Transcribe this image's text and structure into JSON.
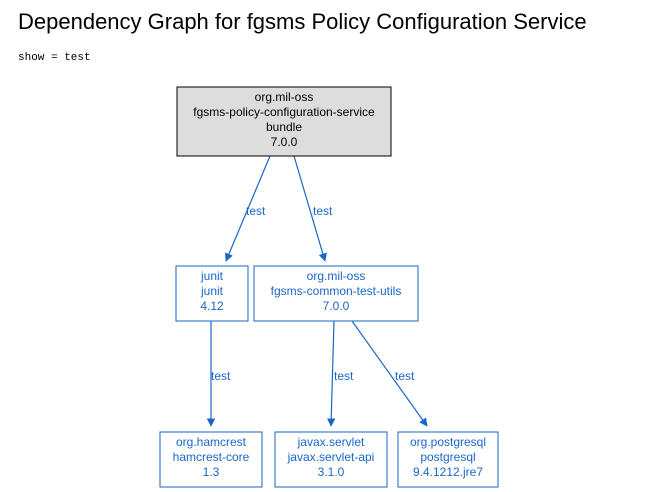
{
  "title": "Dependency Graph for fgsms Policy Configuration Service",
  "subtitle": "show = test",
  "colors": {
    "root_fill": "#dddddd",
    "root_stroke": "#000000",
    "root_text": "#000000",
    "node_stroke": "#1a66c8",
    "node_text": "#1a66c8",
    "edge": "#1a66c8"
  },
  "nodes": {
    "root": {
      "lines": [
        "org.mil-oss",
        "fgsms-policy-configuration-service",
        "bundle",
        "7.0.0"
      ]
    },
    "junit": {
      "lines": [
        "junit",
        "junit",
        "4.12"
      ]
    },
    "test_utils": {
      "lines": [
        "org.mil-oss",
        "fgsms-common-test-utils",
        "7.0.0"
      ]
    },
    "hamcrest": {
      "lines": [
        "org.hamcrest",
        "hamcrest-core",
        "1.3"
      ]
    },
    "servlet": {
      "lines": [
        "javax.servlet",
        "javax.servlet-api",
        "3.1.0"
      ]
    },
    "postgresql": {
      "lines": [
        "org.postgresql",
        "postgresql",
        "9.4.1212.jre7"
      ]
    }
  },
  "edges": [
    {
      "from": "root",
      "to": "junit",
      "label": "test"
    },
    {
      "from": "root",
      "to": "test_utils",
      "label": "test"
    },
    {
      "from": "junit",
      "to": "hamcrest",
      "label": "test"
    },
    {
      "from": "test_utils",
      "to": "servlet",
      "label": "test"
    },
    {
      "from": "test_utils",
      "to": "postgresql",
      "label": "test"
    }
  ]
}
